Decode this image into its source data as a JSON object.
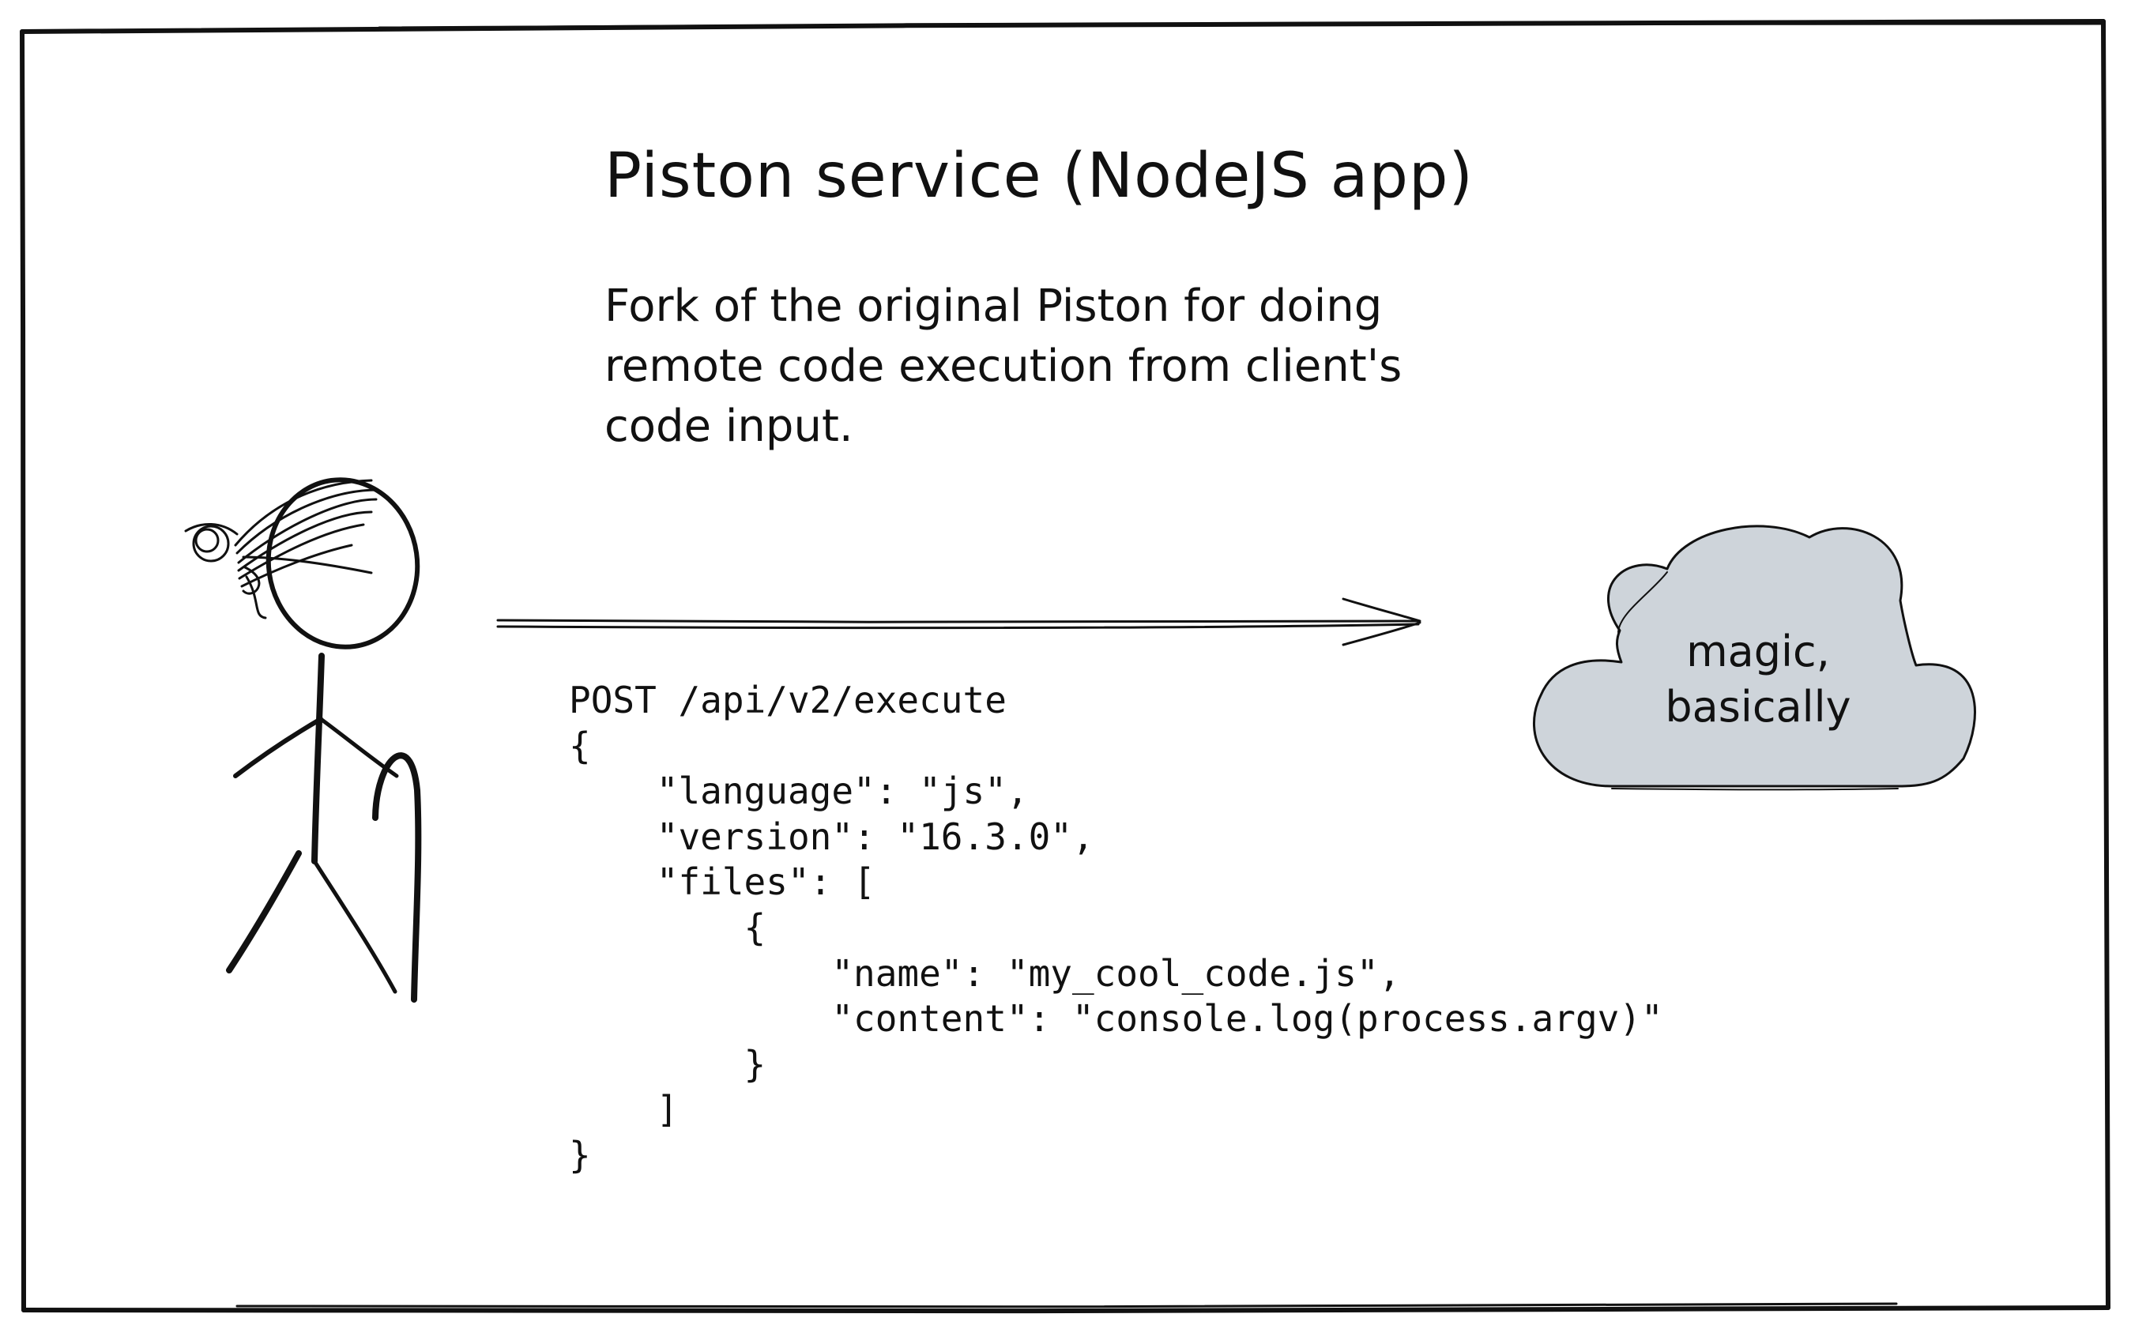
{
  "diagram": {
    "title": "Piston service (NodeJS app)",
    "description_lines": [
      "Fork of the original Piston for doing",
      "remote code execution from client's",
      "code input."
    ],
    "request_lines": [
      "POST /api/v2/execute",
      "{",
      "    \"language\": \"js\",",
      "    \"version\": \"16.3.0\",",
      "    \"files\": [",
      "        {",
      "            \"name\": \"my_cool_code.js\",",
      "            \"content\": \"console.log(process.argv)\"",
      "        }",
      "    ]",
      "}"
    ],
    "cloud_label_lines": [
      "magic,",
      "basically"
    ]
  },
  "icons": {
    "client": "stick-figure-with-cane-icon",
    "service": "cloud-icon",
    "flow": "arrow-right-icon"
  },
  "colors": {
    "ink": "#111111",
    "cloud_fill": "#ced4da",
    "background": "#ffffff"
  }
}
